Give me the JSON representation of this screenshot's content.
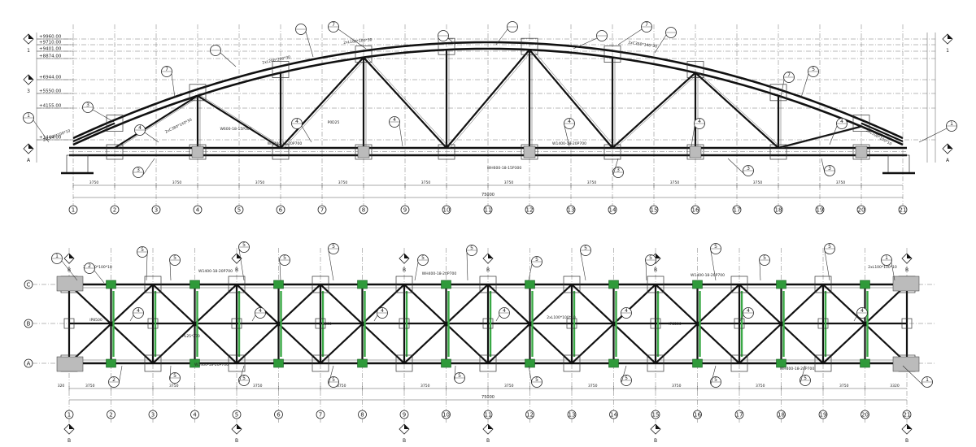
{
  "elevation": {
    "level_labels": [
      "+9960.00",
      "+9710.00",
      "+9401.00",
      "+8874.00",
      "+6944.00",
      "+5550.00",
      "+4155.00",
      "+1444.00"
    ],
    "member_callouts": [
      "2xL100*100*10",
      "2xC380*140*30",
      "2xL200*200*30",
      "2xL180*180*30",
      "2xC350*140*30",
      "W600-18-15P300",
      "WH600-18-15P300",
      "WH400-18-20P700",
      "W1400-18-20P700",
      "P0D25",
      "2xL100*100*10"
    ],
    "bottom_dims": [
      "3750",
      "3750",
      "3750",
      "3750",
      "3750",
      "3750",
      "3750",
      "3750",
      "3750",
      "3750",
      "3750",
      "3750",
      "3750",
      "3750",
      "3750",
      "3750",
      "3750",
      "3750",
      "3750",
      "3750"
    ],
    "total_dim": "75000",
    "grid_labels": [
      "1",
      "2",
      "3",
      "4",
      "5",
      "6",
      "7",
      "8",
      "9",
      "10",
      "11",
      "12",
      "13",
      "14",
      "15",
      "16",
      "17",
      "18",
      "19",
      "20",
      "21"
    ],
    "row_labels": [
      "1",
      "3",
      "A"
    ],
    "detail_numbers": [
      "1",
      "2",
      "3",
      "4",
      "5",
      "6",
      "7"
    ]
  },
  "plan": {
    "row_labels": [
      "C",
      "B",
      "A"
    ],
    "grid_labels": [
      "1",
      "2",
      "3",
      "4",
      "5",
      "6",
      "7",
      "8",
      "9",
      "10",
      "11",
      "12",
      "13",
      "14",
      "15",
      "16",
      "17",
      "18",
      "19",
      "20",
      "21"
    ],
    "member_callouts": [
      "2xL100*100*10",
      "W1400-18-20P700",
      "WH400-18-20P700",
      "IP8500",
      "PL25*270",
      "2xL100*100*10"
    ],
    "bottom_dims": [
      "3750",
      "3750",
      "3750",
      "3750",
      "3750",
      "3750",
      "3750",
      "3750",
      "3750",
      "3750",
      "3750",
      "3750",
      "3750",
      "3750",
      "3750",
      "3750",
      "3750",
      "3750",
      "3750",
      "3750"
    ],
    "edge_dims": [
      "320",
      "3320"
    ],
    "total_dim": "75000",
    "detail_numbers": [
      "1",
      "2",
      "3",
      "4",
      "5"
    ]
  },
  "colors": {
    "line": "#111111",
    "grid": "#777777",
    "brace_plate": "#2f9a3a"
  }
}
